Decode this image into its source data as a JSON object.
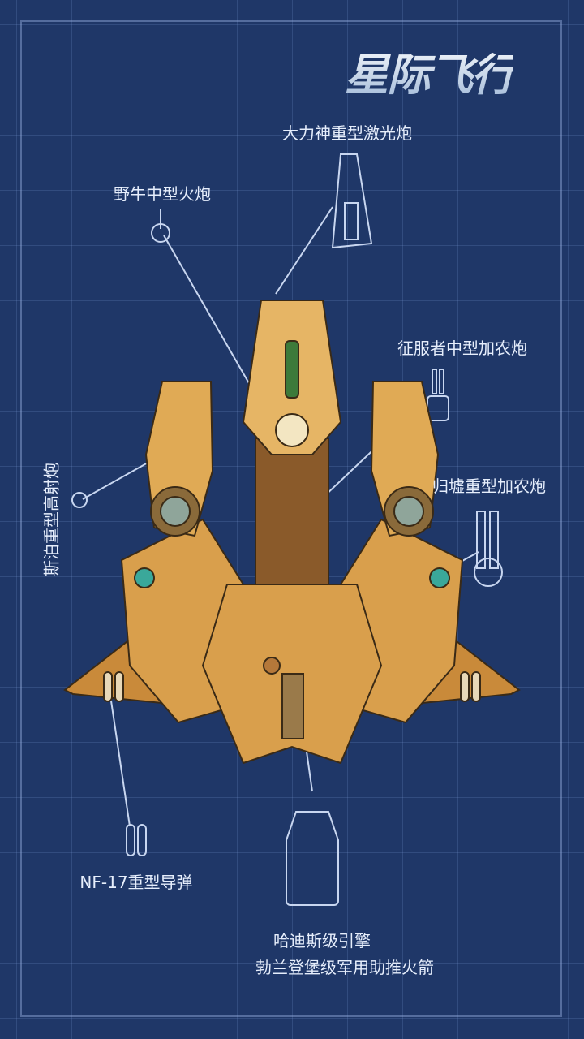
{
  "logo": {
    "text": "星际飞行"
  },
  "parts": {
    "hercules_laser": "大力神重型激光炮",
    "bison_cannon": "野牛中型火炮",
    "conqueror_cannon": "征服者中型加农炮",
    "guixu_cannon": "归墟重型加农炮",
    "sibo_aa_gun": "斯泊重型高射炮",
    "nf17_missile": "NF-17重型导弹",
    "hades_engine": "哈迪斯级引擎",
    "brandenburg_booster": "勃兰登堡级军用助推火箭"
  },
  "colors": {
    "background": "#1f3768",
    "hull": "#d9a04a",
    "line": "#c8d6f0"
  }
}
